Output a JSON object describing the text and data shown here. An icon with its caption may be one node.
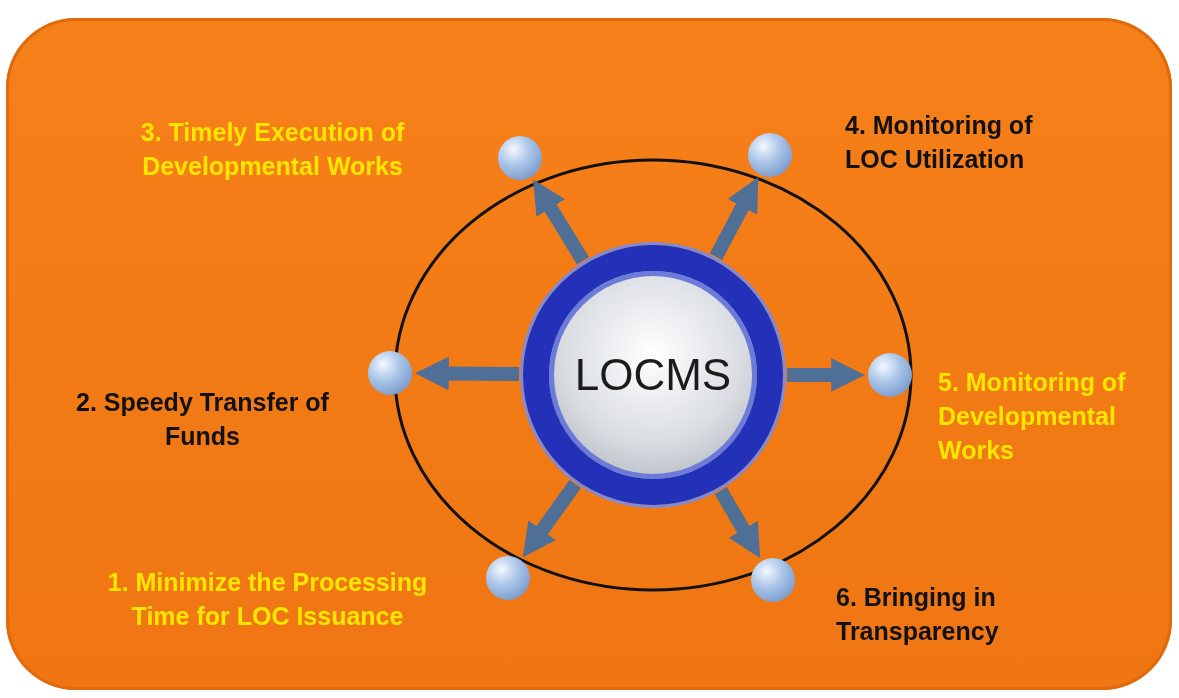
{
  "diagram": {
    "nodes": [
      {
        "text": [
          "LOCMS"
        ]
      },
      {
        "text": [],
        "shape": "circle",
        "beside": [
          "3. Timely Execution of Developmental Works"
        ]
      },
      {
        "text": [],
        "shape": "circle",
        "beside": [
          "4. Monitoring of LOC Utilization"
        ]
      },
      {
        "text": [],
        "shape": "circle",
        "beside": [
          "2. Speedy Transfer of Funds"
        ]
      },
      {
        "text": [],
        "shape": "circle",
        "beside": [
          "5. Monitoring of Developmental Works"
        ]
      },
      {
        "text": [],
        "shape": "circle",
        "beside": [
          "1. Minimize the Processing Time for LOC Issuance"
        ]
      },
      {
        "text": [],
        "shape": "circle",
        "beside": [
          "6. Bringing in Transparency"
        ]
      }
    ],
    "edges": [
      {
        "from": 0,
        "to": 1,
        "arrow": "to"
      },
      {
        "from": 0,
        "to": 2,
        "arrow": "to"
      },
      {
        "from": 0,
        "to": 3,
        "arrow": "to"
      },
      {
        "from": 0,
        "to": 4,
        "arrow": "to"
      },
      {
        "from": 0,
        "to": 5,
        "arrow": "to"
      },
      {
        "from": 0,
        "to": 6,
        "arrow": "to"
      }
    ]
  }
}
